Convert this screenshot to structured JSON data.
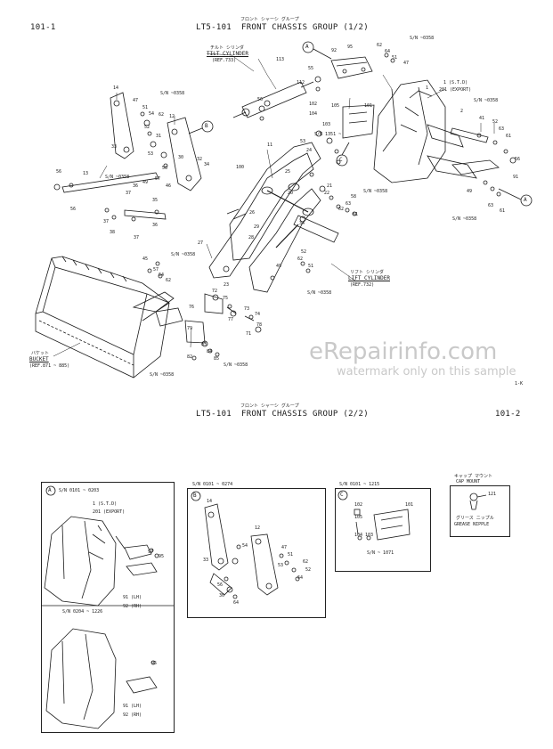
{
  "sheet1": {
    "page_no": "101-1",
    "kana": "フロント シャーシ グループ",
    "code": "LT5-101",
    "title": "FRONT CHASSIS GROUP (1/2)",
    "tilt_kana": "チルト シリンダ",
    "tilt_name": "TILT CYLINDER",
    "tilt_ref": "(REF.733)",
    "lift_kana": "リフト シリンダ",
    "lift_name": "LIFT CYLINDER",
    "lift_ref": "(REF.732)",
    "bucket_kana": "バケット",
    "bucket_name": "BUCKET",
    "bucket_ref": "(REF.871 ~ 885)",
    "std": "1 (S.T.D)",
    "export": "201 (EXPORT)",
    "sn_labels": [
      "S/N ~0358",
      "S/N ~0358",
      "S/N ~0358",
      "S/N ~0358",
      "S/N ~0358",
      "S/N ~0358",
      "S/N ~0358",
      "S/N ~0358",
      "S/N ~0358",
      "S/N ~0358",
      "S/N 1351 ~"
    ],
    "callouts": [
      "A",
      "B",
      "C",
      "A"
    ],
    "parts": [
      "92",
      "95",
      "62",
      "64",
      "51",
      "47",
      "113",
      "112",
      "55",
      "56",
      "14",
      "47",
      "51",
      "54",
      "52",
      "12",
      "62",
      "31",
      "32",
      "34",
      "33",
      "30",
      "53",
      "56",
      "13",
      "56",
      "57",
      "46",
      "36",
      "49",
      "37",
      "56",
      "37",
      "38",
      "36",
      "37",
      "35",
      "101",
      "102",
      "104",
      "105",
      "103",
      "1",
      "2",
      "41",
      "52",
      "63",
      "61",
      "56",
      "91",
      "21",
      "22",
      "58",
      "63",
      "62",
      "61",
      "49",
      "63",
      "61",
      "11",
      "100",
      "25",
      "53",
      "20",
      "26",
      "34",
      "29",
      "28",
      "27",
      "24",
      "45",
      "57",
      "62",
      "64",
      "23",
      "49",
      "51",
      "62",
      "52",
      "72",
      "75",
      "76",
      "73",
      "74",
      "77",
      "78",
      "79",
      "71",
      "82",
      "83",
      "84",
      "85"
    ]
  },
  "watermark": {
    "site": "eRepairinfo.com",
    "note": "watermark only on this sample"
  },
  "sheet2": {
    "corner": "1-K",
    "kana": "フロント シャーシ グループ",
    "code": "LT5-101",
    "title": "FRONT CHASSIS GROUP (2/2)",
    "page_no": "101-2",
    "panel_a": {
      "sn1": "S/N 0101 ~ 0203",
      "sn2": "S/N 0204 ~ 1226",
      "letter": "A",
      "std": "1 (S.T.D)",
      "export": "201 (EXPORT)",
      "parts": [
        "97",
        "95",
        "91 (LH)",
        "92 (RH)",
        "95",
        "91 (LH)",
        "92 (RH)"
      ]
    },
    "panel_b": {
      "sn": "S/N 0101 ~ 0274",
      "letter": "B",
      "parts": [
        "14",
        "12",
        "54",
        "47",
        "51",
        "33",
        "62",
        "53",
        "52",
        "64",
        "56",
        "30",
        "64"
      ]
    },
    "panel_c": {
      "sn": "S/N 0101 ~ 1215",
      "letter": "C",
      "sn_bottom": "S/N ~ 1071",
      "parts": [
        "102",
        "101",
        "104",
        "103",
        "105"
      ]
    },
    "panel_cap": {
      "cap_kana": "キャップ マウント",
      "cap_name": "CAP MOUNT",
      "part": "121",
      "nipple_kana": "グリース ニップル",
      "nipple_name": "GREASE NIPPLE"
    }
  }
}
